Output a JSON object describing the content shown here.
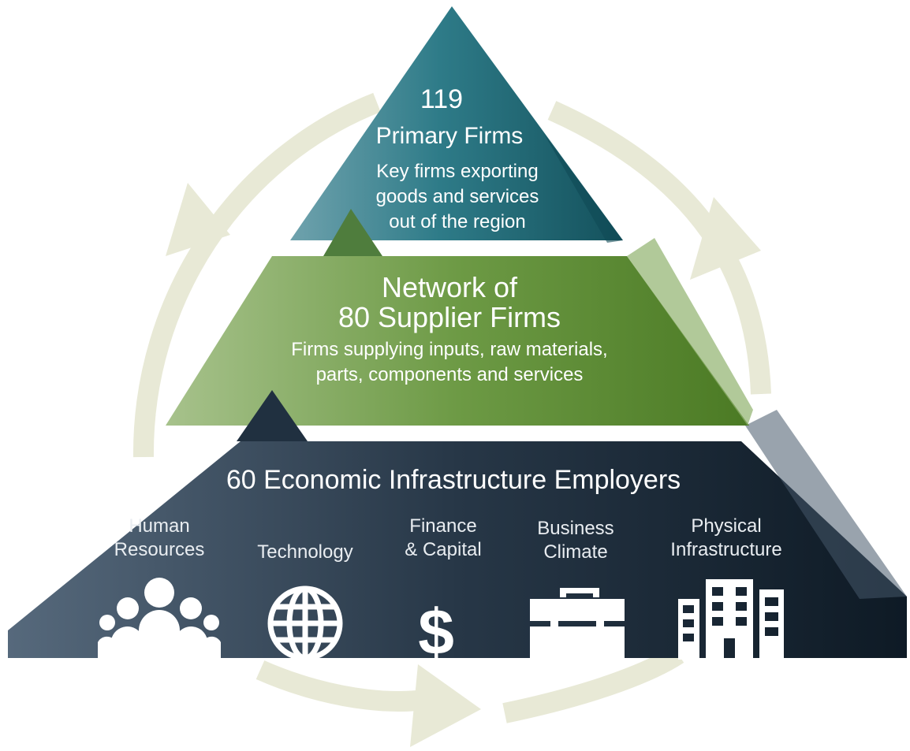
{
  "tiers": {
    "primary": {
      "number": "119",
      "title": "Primary Firms",
      "description": [
        "Key firms exporting",
        "goods and services",
        "out of the region"
      ],
      "color": "#2c7a86"
    },
    "supplier": {
      "title_lines": [
        "Network of",
        "80 Supplier Firms"
      ],
      "description": [
        "Firms supplying inputs, raw materials,",
        "parts, components and services"
      ],
      "color": "#6a9a3c"
    },
    "infrastructure": {
      "title": "60 Economic Infrastructure Employers",
      "color": "#1f2d3b",
      "categories": [
        {
          "label_lines": [
            "Human",
            "Resources"
          ],
          "icon": "people-group-icon"
        },
        {
          "label_lines": [
            "",
            "Technology"
          ],
          "icon": "globe-icon"
        },
        {
          "label_lines": [
            "Finance",
            "& Capital"
          ],
          "icon": "dollar-sign-icon"
        },
        {
          "label_lines": [
            "Business",
            "Climate"
          ],
          "icon": "briefcase-icon"
        },
        {
          "label_lines": [
            "Physical",
            "Infrastructure"
          ],
          "icon": "building-icon"
        }
      ]
    }
  },
  "cycle_color": "#e8e9d6"
}
